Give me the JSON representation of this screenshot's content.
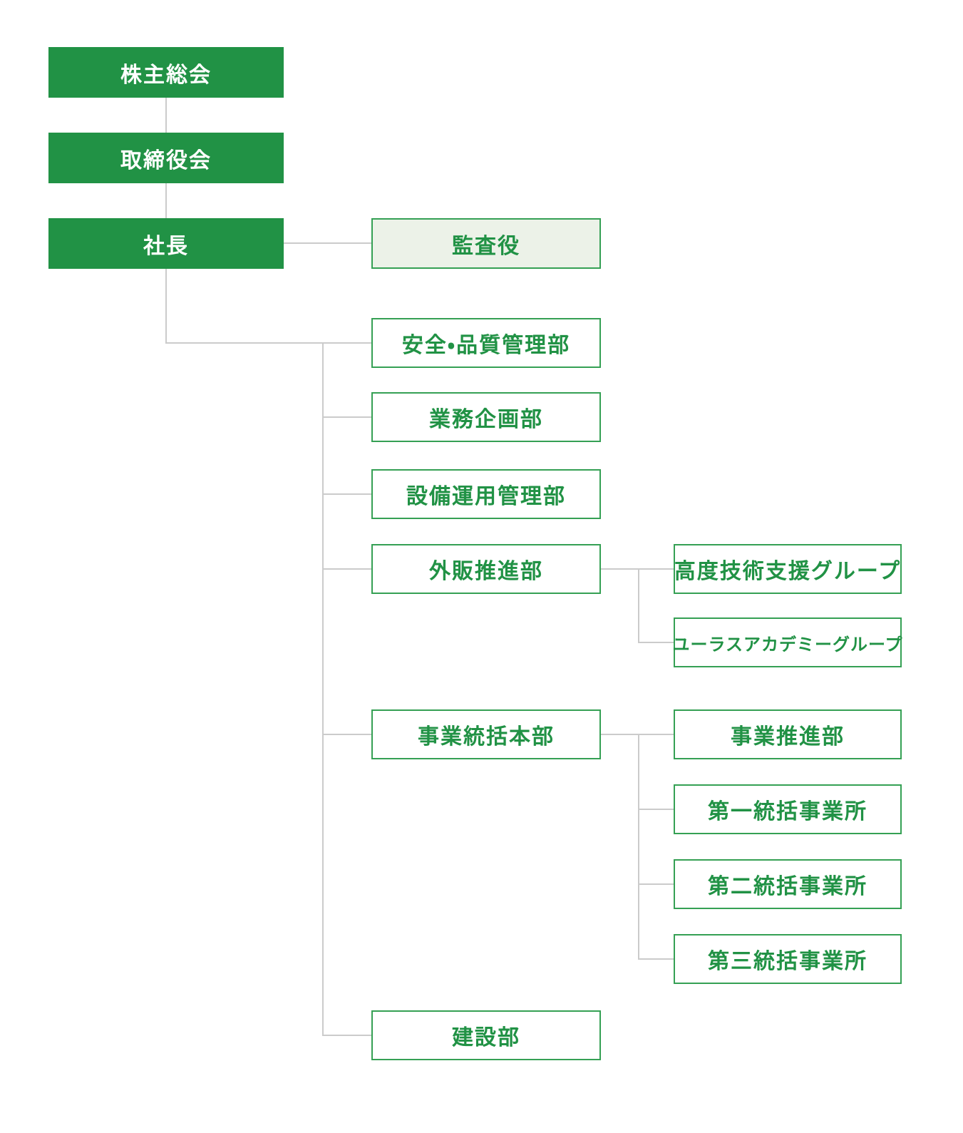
{
  "org": {
    "shareholders": "株主総会",
    "board": "取締役会",
    "president": "社長",
    "auditor": "監査役",
    "departments": {
      "safety": "安全・品質管理部",
      "planning": "業務企画部",
      "facility": "設備運用管理部",
      "sales": "外販推進部",
      "sales_groups": {
        "tech": "高度技術支援グループ",
        "academy": "ユーラスアカデミーグループ"
      },
      "business_hq": "事業統括本部",
      "business_units": {
        "promotion": "事業推進部",
        "office1": "第一統括事業所",
        "office2": "第二統括事業所",
        "office3": "第三統括事業所"
      },
      "construction": "建設部"
    }
  },
  "colors": {
    "green": "#219245",
    "border_green": "#35a054",
    "tint": "#ecf2e8",
    "line": "#cbcbcb",
    "text_on_green": "#ffffff"
  }
}
